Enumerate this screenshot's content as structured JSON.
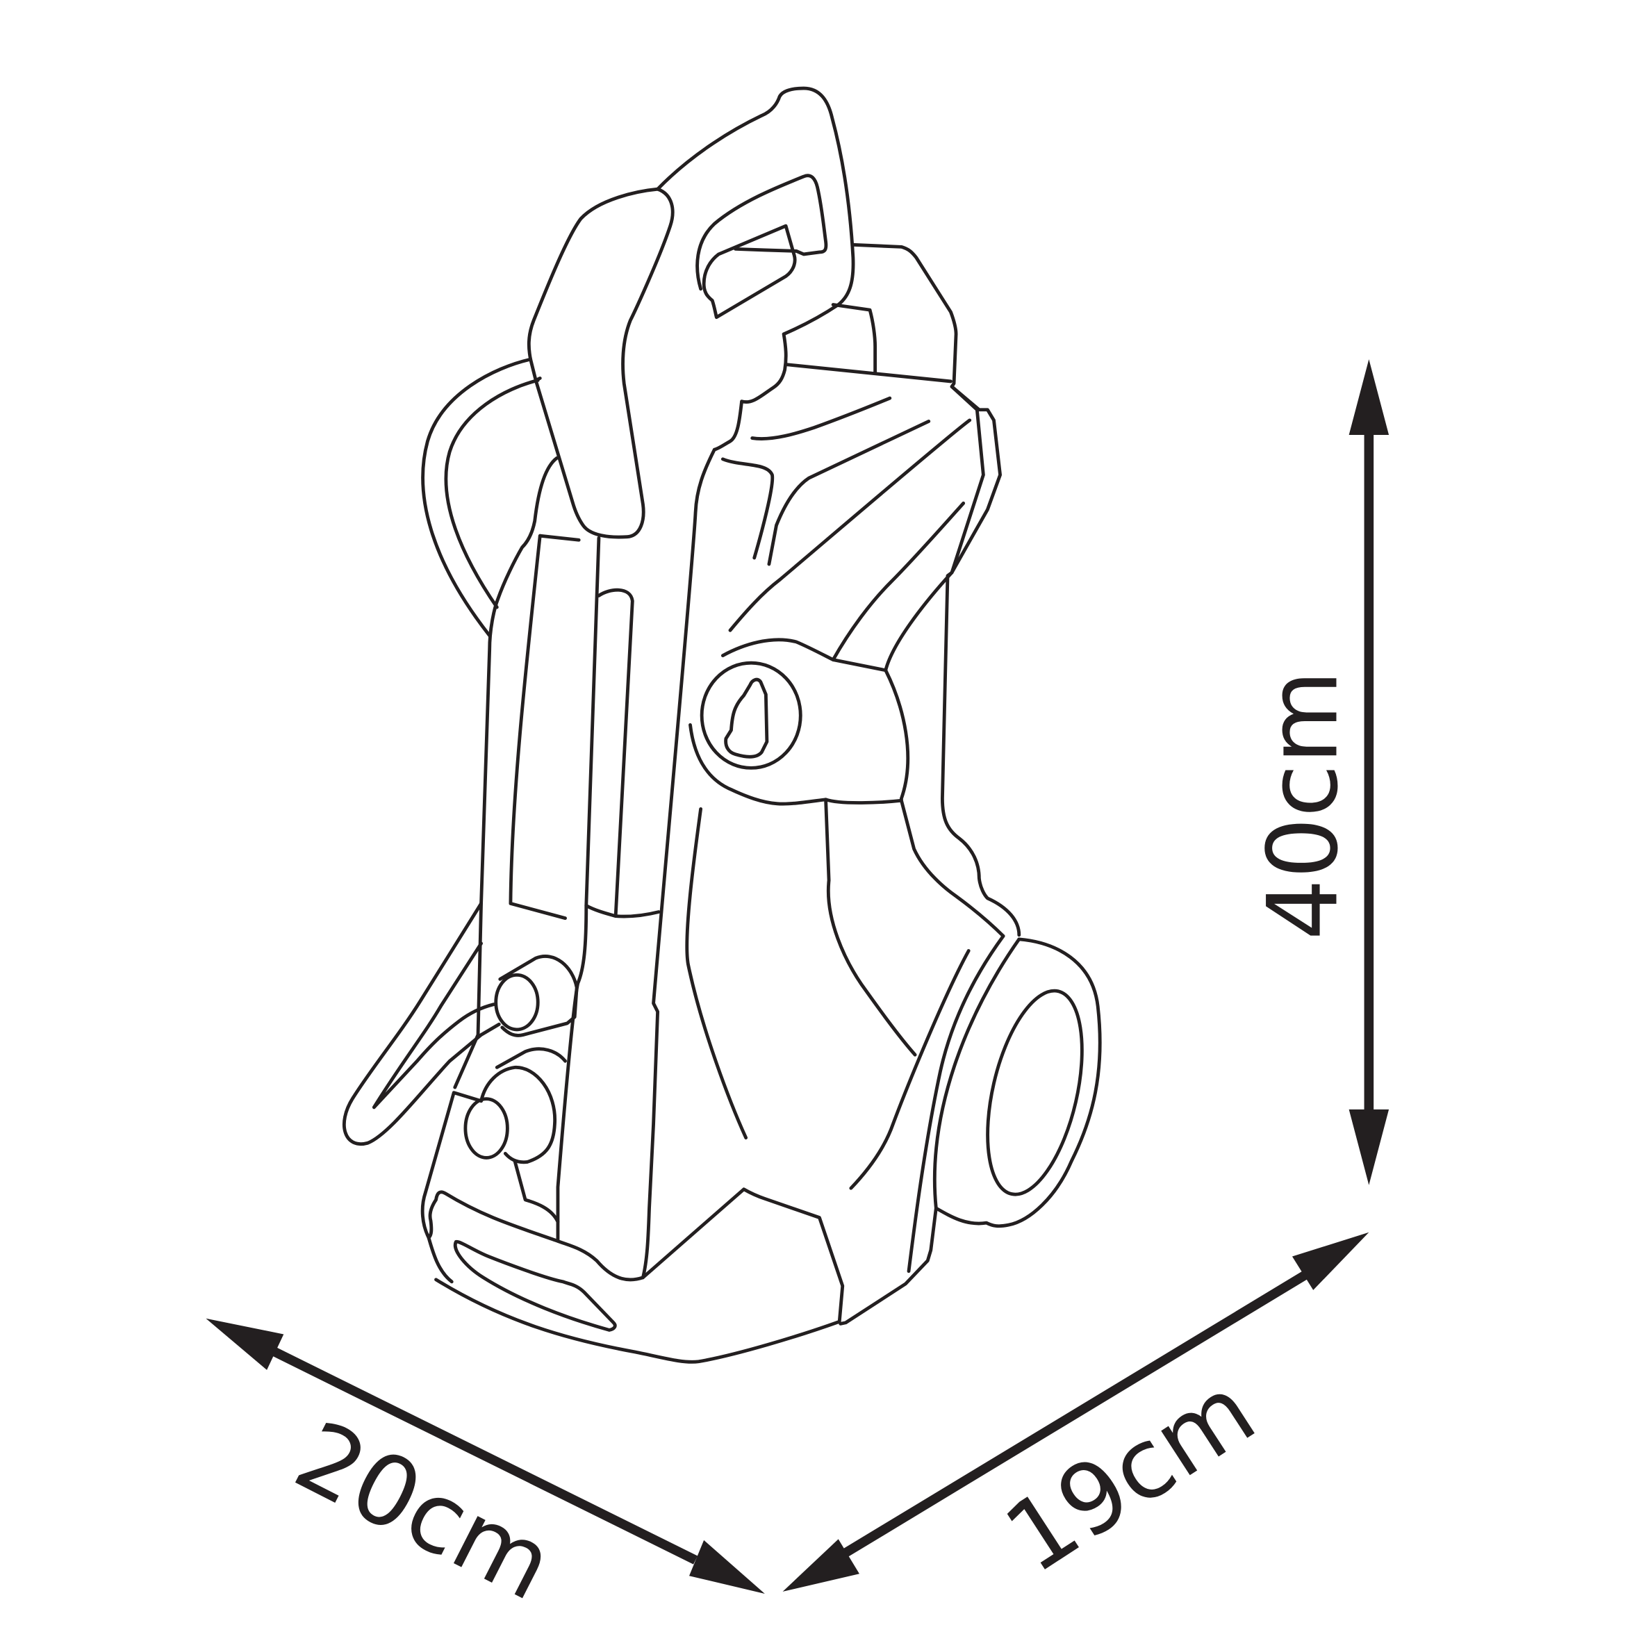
{
  "figure": {
    "subject": "pressure-washer line drawing",
    "stroke_color": "#231f20",
    "background": "#ffffff"
  },
  "dimensions": {
    "height": {
      "label": "40cm",
      "orientation": "vertical"
    },
    "width": {
      "label": "20cm",
      "orientation": "diagonal-left"
    },
    "depth": {
      "label": "19cm",
      "orientation": "diagonal-right"
    }
  }
}
